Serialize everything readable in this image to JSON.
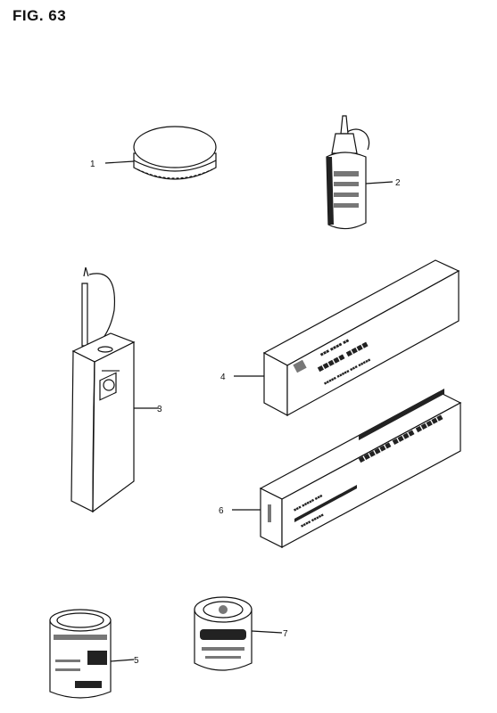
{
  "figure": {
    "title": "FIG. 63"
  },
  "callouts": [
    {
      "id": "1"
    },
    {
      "id": "2"
    },
    {
      "id": "3"
    },
    {
      "id": "4"
    },
    {
      "id": "5"
    },
    {
      "id": "6"
    },
    {
      "id": "7"
    }
  ]
}
